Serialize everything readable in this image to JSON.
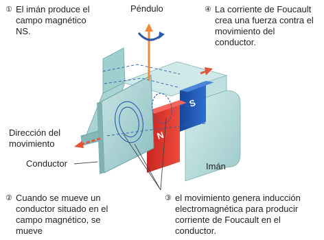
{
  "colors": {
    "background": "#ffffff",
    "plate_light": "#b9dbdb",
    "plate_mid": "#8fc3c3",
    "plate_dark": "#6aa4a6",
    "magnet_red": "#e2372f",
    "magnet_blue": "#1f5bb7",
    "arrow_red": "#e2553b",
    "pendulum_orange": "#f08a3a",
    "rotation_blue": "#2a5aa8",
    "field_line": "#2a5ea8"
  },
  "labels": {
    "pendulum": "Péndulo",
    "direction": [
      "Dirección del",
      "movimiento"
    ],
    "conductor": "Conductor",
    "magnet": "Imán",
    "pole_n": "N",
    "pole_s": "S"
  },
  "steps": [
    {
      "num": "①",
      "lines": [
        "El imán produce el",
        "campo magnético",
        "NS."
      ]
    },
    {
      "num": "④",
      "lines": [
        "La corriente de Foucault",
        "crea una fuerza contra el",
        "movimiento del",
        "conductor."
      ]
    },
    {
      "num": "②",
      "lines": [
        "Cuando se mueve un",
        "conductor situado en el",
        "campo magnético, se",
        "mueve"
      ]
    },
    {
      "num": "③",
      "lines": [
        "el movimiento genera inducción",
        "electromagnética para producir",
        "corriente de Foucault en el",
        "conductor."
      ]
    }
  ],
  "icons": {
    "pendulum": "up-arrow-with-rotation",
    "motion": "red-arrow",
    "pointer": "leader-line"
  }
}
